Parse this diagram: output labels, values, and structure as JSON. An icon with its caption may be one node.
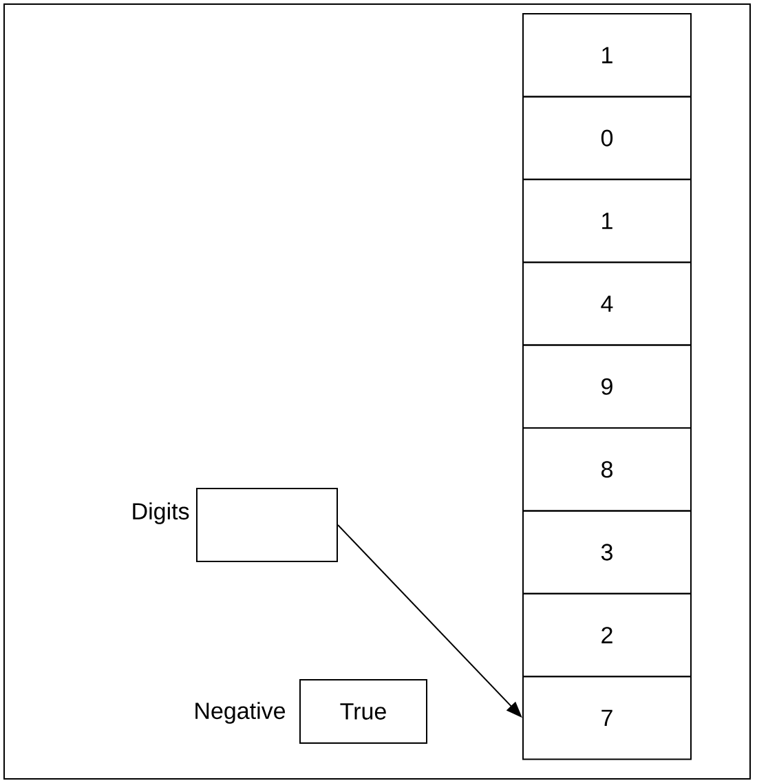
{
  "diagram": {
    "nodes": [
      {
        "text": [
          "1"
        ]
      },
      {
        "text": [
          "0"
        ]
      },
      {
        "text": [
          "1"
        ]
      },
      {
        "text": [
          "4"
        ]
      },
      {
        "text": [
          "9"
        ]
      },
      {
        "text": [
          "8"
        ]
      },
      {
        "text": [
          "3"
        ]
      },
      {
        "text": [
          "2"
        ]
      },
      {
        "text": [
          "7"
        ]
      },
      {
        "text": [],
        "shape": "box",
        "beside": [
          "Digits"
        ]
      },
      {
        "text": [
          "True"
        ],
        "beside": [
          "Negative"
        ]
      }
    ],
    "edges": [
      {
        "from": 9,
        "to": 8,
        "arrow": "to"
      }
    ]
  }
}
